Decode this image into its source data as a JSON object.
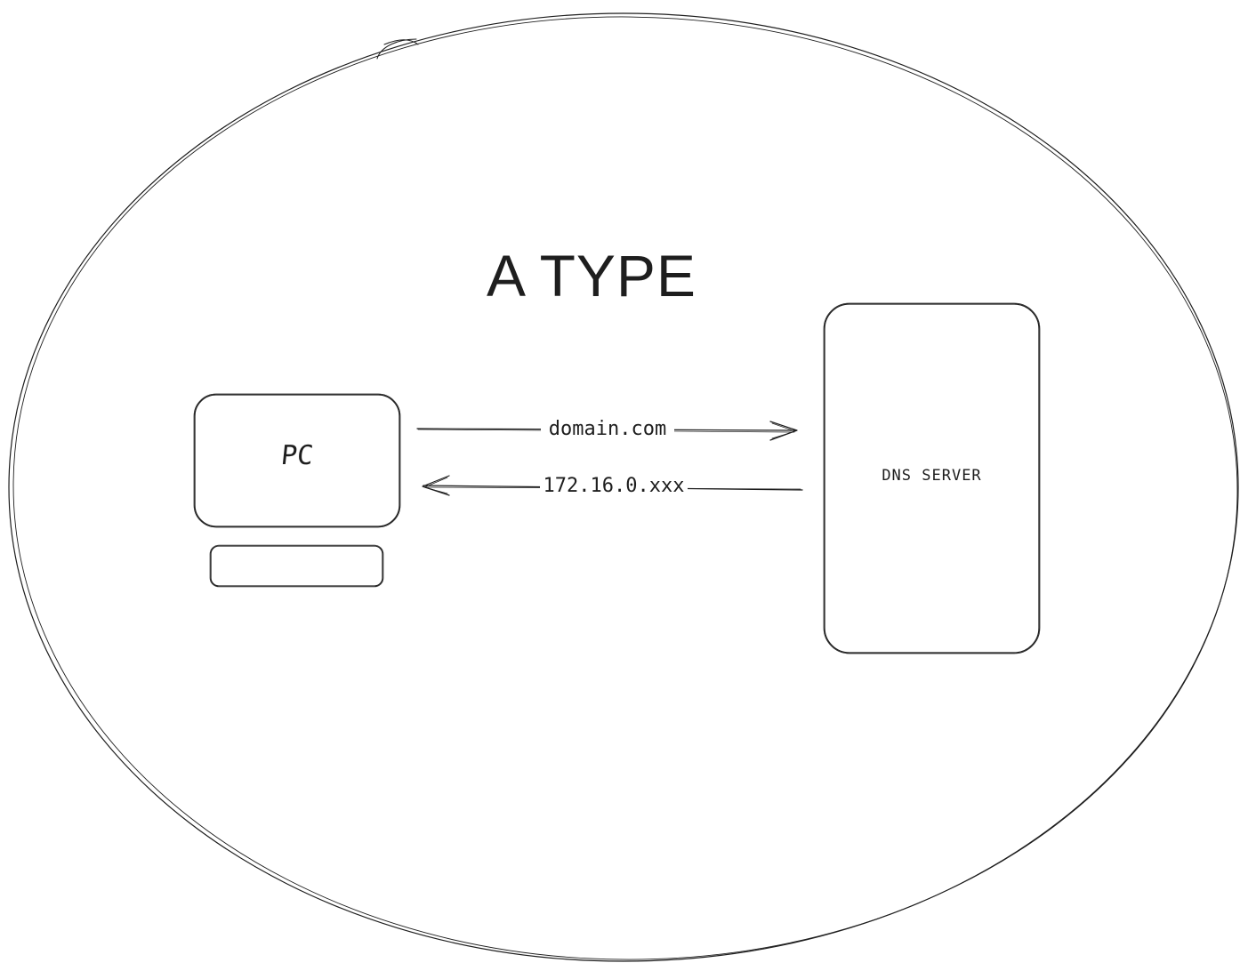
{
  "diagram": {
    "title": "A TYPE",
    "nodes": {
      "pc": {
        "label": "PC"
      },
      "dns_server": {
        "label": "DNS SERVER"
      }
    },
    "edges": {
      "request": {
        "from": "PC",
        "to": "DNS SERVER",
        "label": "domain.com"
      },
      "response": {
        "from": "DNS SERVER",
        "to": "PC",
        "label": "172.16.0.xxx"
      }
    }
  },
  "colors": {
    "stroke": "#1e1e1e",
    "background": "#ffffff"
  }
}
